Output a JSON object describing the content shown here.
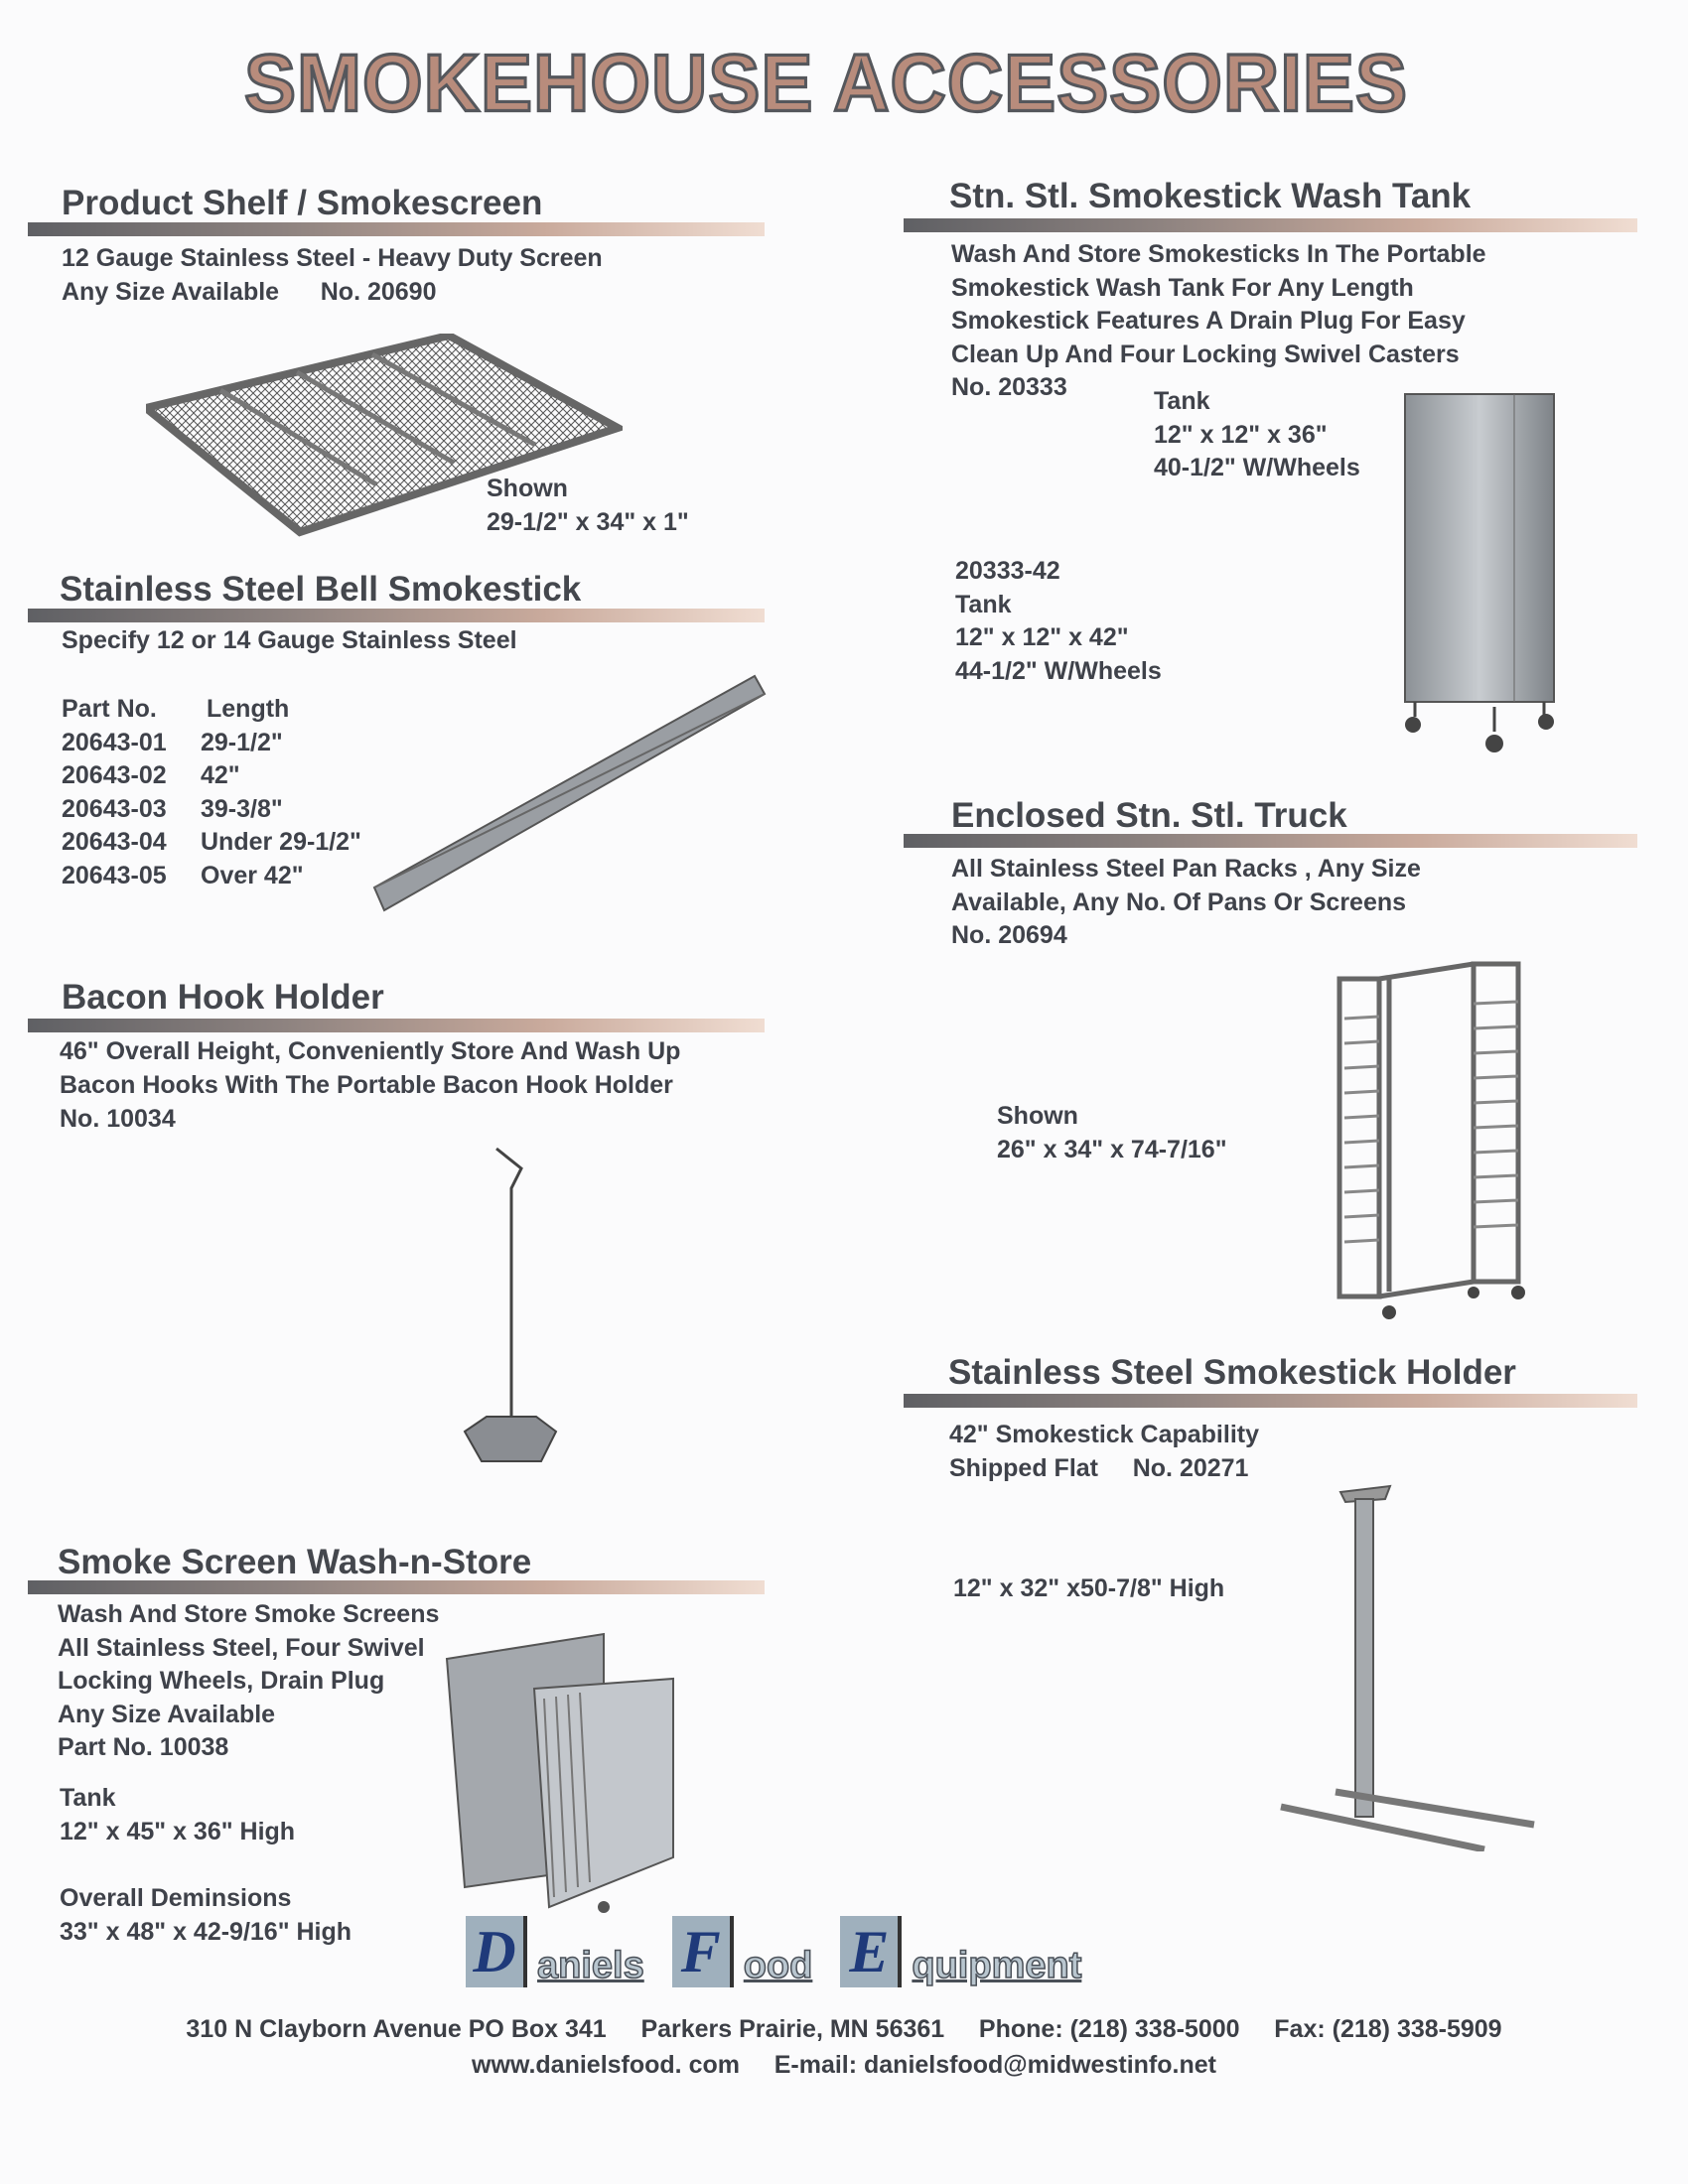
{
  "title": "SMOKEHOUSE ACCESSORIES",
  "sections": {
    "shelf": {
      "heading": "Product Shelf / Smokescreen",
      "lines": [
        "12 Gauge Stainless Steel - Heavy Duty Screen",
        "Any Size Available      No. 20690"
      ],
      "shown": [
        "Shown",
        "29-1/2\" x 34\" x 1\""
      ]
    },
    "bell": {
      "heading": "Stainless Steel Bell Smokestick",
      "desc": "Specify 12 or 14 Gauge Stainless Steel",
      "table_header": [
        "Part No.",
        "Length"
      ],
      "rows": [
        [
          "20643-01",
          "29-1/2\""
        ],
        [
          "20643-02",
          "42\""
        ],
        [
          "20643-03",
          "39-3/8\""
        ],
        [
          "20643-04",
          "Under 29-1/2\""
        ],
        [
          "20643-05",
          "Over 42\""
        ]
      ]
    },
    "bacon": {
      "heading": "Bacon Hook Holder",
      "lines": [
        "46\" Overall Height, Conveniently Store And Wash Up",
        "Bacon Hooks With The Portable Bacon Hook Holder",
        "No. 10034"
      ]
    },
    "screenwash": {
      "heading": "Smoke Screen Wash-n-Store",
      "lines": [
        "Wash And Store Smoke Screens",
        "All Stainless Steel, Four Swivel",
        "Locking Wheels, Drain Plug",
        "Any Size Available",
        "Part No. 10038"
      ],
      "tank": [
        "Tank",
        "12\" x 45\" x 36\" High"
      ],
      "overall": [
        "Overall Deminsions",
        "33\" x 48\" x 42-9/16\" High"
      ]
    },
    "washtank": {
      "heading": "Stn. Stl. Smokestick Wash Tank",
      "lines": [
        "Wash And Store Smokesticks In The Portable",
        "Smokestick Wash Tank For Any Length",
        "Smokestick Features A Drain Plug For Easy",
        "Clean Up And Four Locking Swivel Casters"
      ],
      "number": "No. 20333",
      "tank1": [
        "Tank",
        "12\" x 12\" x 36\"",
        "40-1/2\" W/Wheels"
      ],
      "tank2": [
        "20333-42",
        "Tank",
        "12\" x 12\" x 42\"",
        "44-1/2\" W/Wheels"
      ]
    },
    "truck": {
      "heading": "Enclosed Stn. Stl. Truck",
      "lines": [
        "All Stainless Steel Pan Racks , Any Size",
        "Available, Any No. Of Pans Or Screens",
        "No. 20694"
      ],
      "shown": [
        "Shown",
        "26\" x 34\" x 74-7/16\""
      ]
    },
    "holder": {
      "heading": "Stainless Steel Smokestick Holder",
      "lines": [
        "42\" Smokestick Capability",
        "Shipped Flat     No. 20271"
      ],
      "size": "12\" x 32\" x50-7/8\" High"
    }
  },
  "logo": {
    "letters": [
      "D",
      "F",
      "E"
    ],
    "words": [
      "aniels",
      "ood",
      "quipment"
    ]
  },
  "footer": {
    "line1": "310 N Clayborn Avenue PO Box 341     Parkers Prairie, MN 56361     Phone: (218) 338-5000     Fax: (218) 338-5909",
    "line2": "www.danielsfood. com     E-mail: danielsfood@midwestinfo.net"
  }
}
